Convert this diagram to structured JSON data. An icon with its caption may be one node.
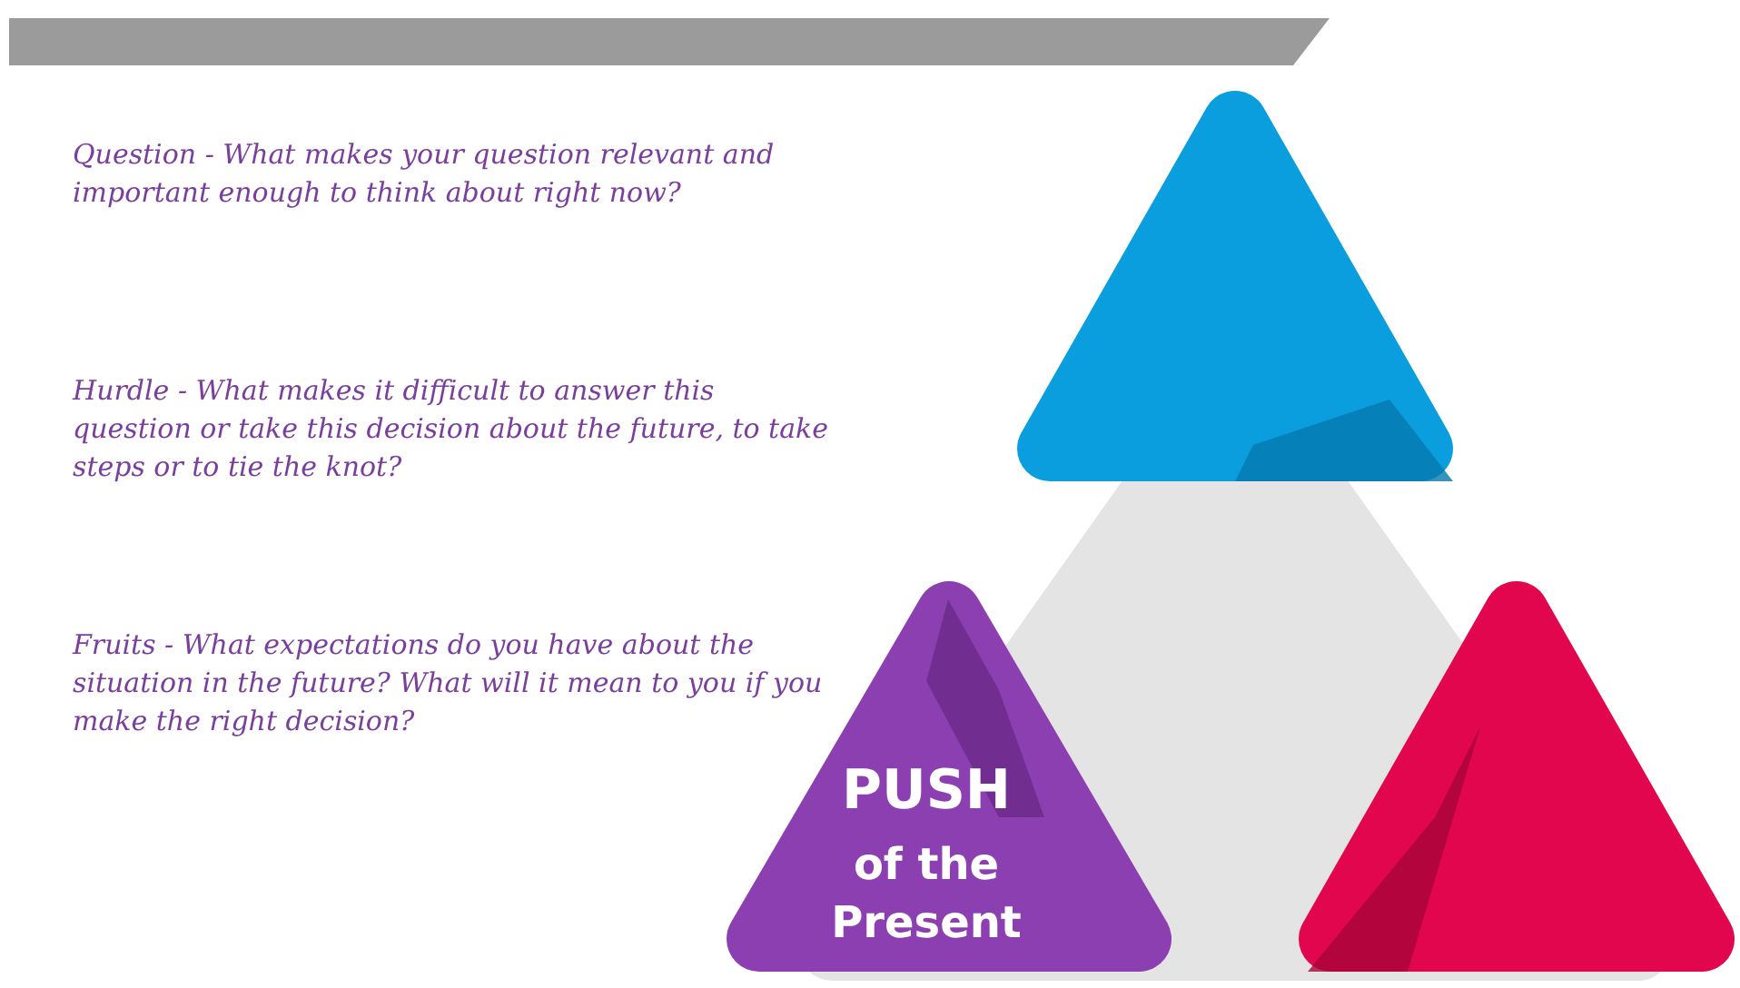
{
  "diagram": {
    "nodes": [
      {
        "text": [],
        "shape": "triangle"
      },
      {
        "text": [],
        "shape": "triangle"
      },
      {
        "text": [
          "PUSH",
          "of the Present"
        ]
      },
      {
        "text": [],
        "shape": "triangle"
      }
    ],
    "labels": [
      "Question - What makes your question relevant and important enough to think about right now?",
      "Hurdle - What makes it difficult to answer this question or take this decision about the future, to take steps or to tie the knot?",
      "Fruits - What expectations do you have about the situation in the future? What will it mean to you if you make the right decision?"
    ]
  }
}
